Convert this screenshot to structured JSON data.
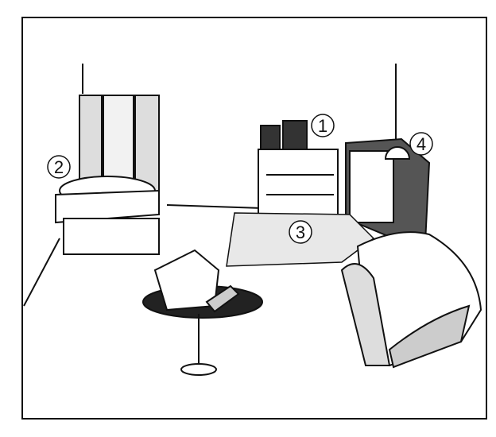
{
  "labels": {
    "audio_system": "1",
    "sink": "2",
    "rug": "3",
    "television": "4"
  }
}
